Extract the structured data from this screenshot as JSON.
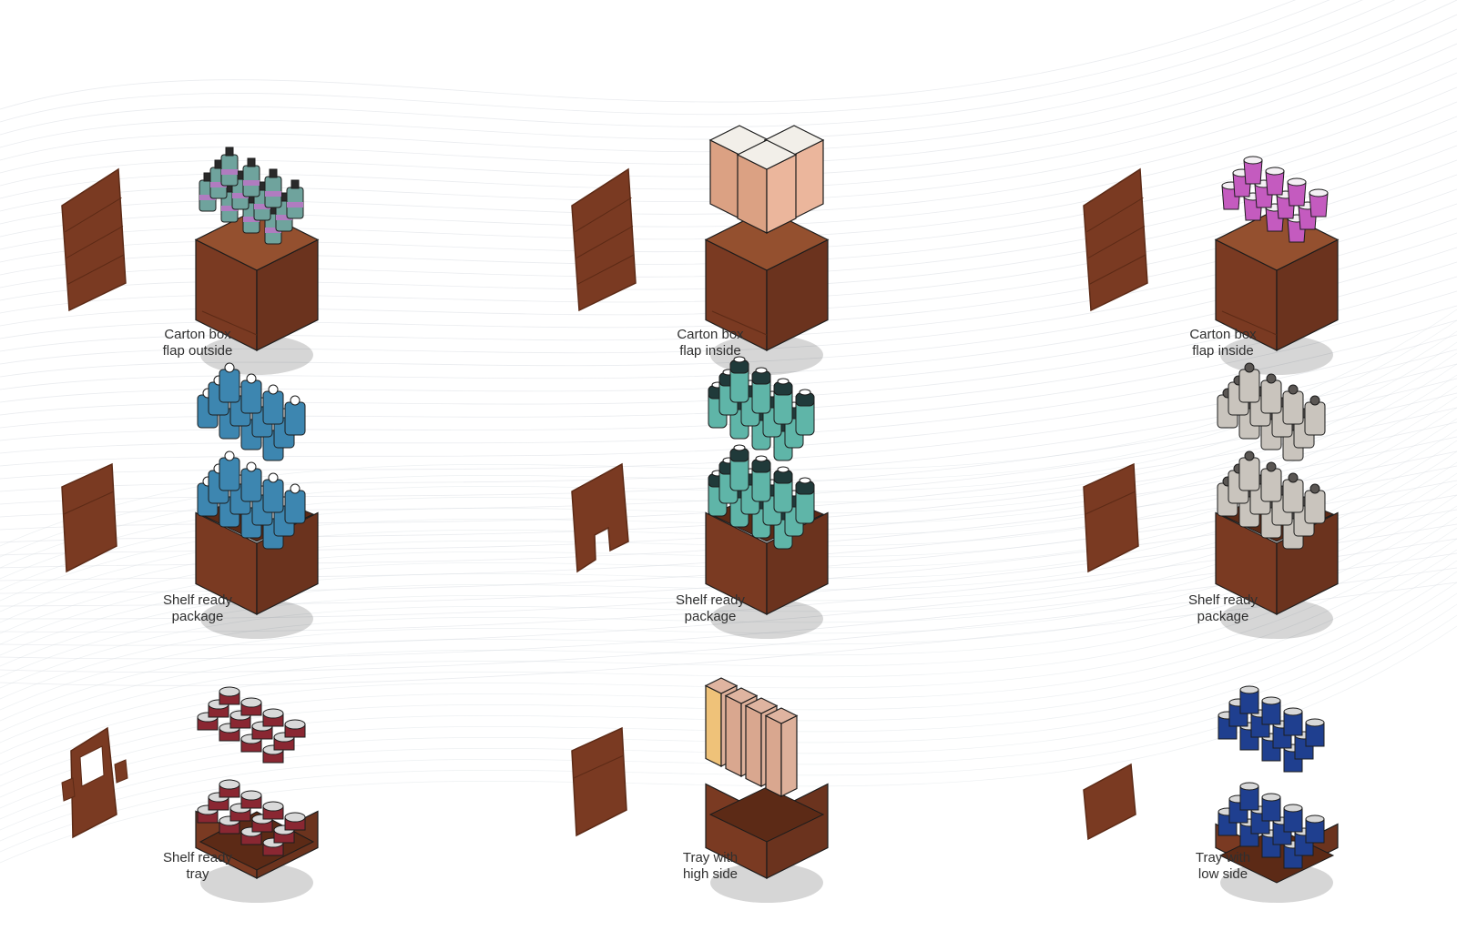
{
  "colors": {
    "cardboard": "#7a3a22",
    "cardboard_top": "#94502f",
    "cardboard_dark": "#5c2a16",
    "outline": "#1c1c1c",
    "label": "#2f2f2f",
    "background_wave": "#d8dde2"
  },
  "items": [
    {
      "id": "carton-box-flap-outside",
      "line1": "Carton box",
      "line2": "flap outside",
      "packaging": "closed-box",
      "product": "bottles-teal",
      "product_color": "#6fa39d",
      "accent_color": "#b07cc0"
    },
    {
      "id": "carton-box-flap-inside-1",
      "line1": "Carton box",
      "line2": "flap inside",
      "packaging": "closed-box",
      "product": "gable-cartons",
      "product_color": "#e7a98a",
      "accent_color": "#f2efe9"
    },
    {
      "id": "carton-box-flap-inside-2",
      "line1": "Carton box",
      "line2": "flap inside",
      "packaging": "closed-box",
      "product": "yogurt-cups",
      "product_color": "#c45bbf",
      "accent_color": "#f4f0f4"
    },
    {
      "id": "shelf-ready-package-1",
      "line1": "Shelf ready",
      "line2": "package",
      "packaging": "shelf-ready",
      "product": "jugs-blue",
      "product_color": "#3d86b0",
      "accent_color": "#ffffff"
    },
    {
      "id": "shelf-ready-package-2",
      "line1": "Shelf ready",
      "line2": "package",
      "packaging": "shelf-ready",
      "product": "bottles-dark-teal",
      "product_color": "#5fb5a8",
      "accent_color": "#203a3a"
    },
    {
      "id": "shelf-ready-package-3",
      "line1": "Shelf ready",
      "line2": "package",
      "packaging": "shelf-ready",
      "product": "jugs-grey",
      "product_color": "#c9c4bd",
      "accent_color": "#5a5653"
    },
    {
      "id": "shelf-ready-tray",
      "line1": "Shelf ready",
      "line2": "tray",
      "packaging": "tray-window",
      "product": "tins",
      "product_color": "#8a2732",
      "accent_color": "#d9d9d9"
    },
    {
      "id": "tray-with-high-side",
      "line1": "Tray with",
      "line2": "high side",
      "packaging": "tray-high",
      "product": "brick-cartons",
      "product_color": "#d9a78f",
      "accent_color": "#efc279"
    },
    {
      "id": "tray-with-low-side",
      "line1": "Tray with",
      "line2": "low side",
      "packaging": "tray-low",
      "product": "cans",
      "product_color": "#1f3f8f",
      "accent_color": "#d8d8d8"
    }
  ]
}
